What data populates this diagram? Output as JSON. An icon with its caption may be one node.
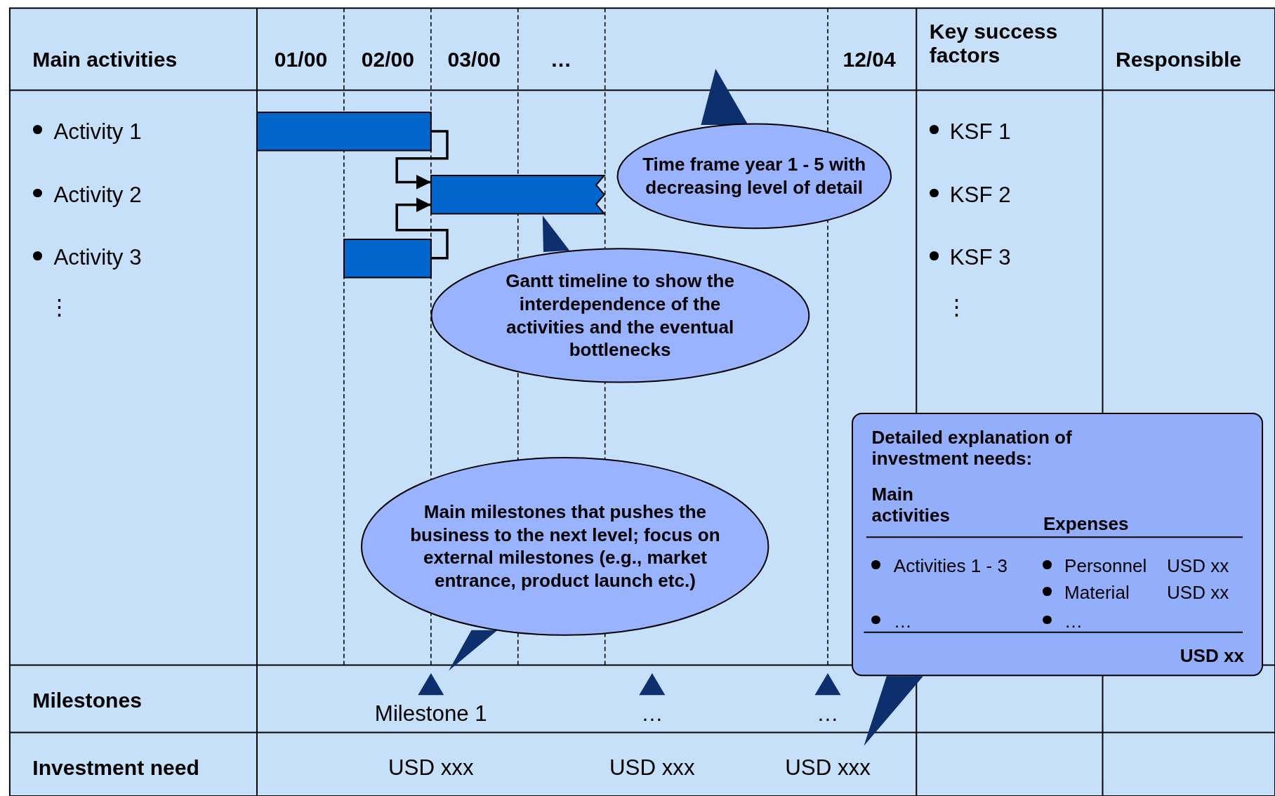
{
  "diagram": {
    "nodes": [
      {
        "text": [],
        "shape": "bar"
      },
      {
        "text": [],
        "shape": "bar"
      },
      {
        "text": [],
        "shape": "bar"
      },
      {
        "text": [
          "Time frame year 1 - 5 with decreasing level of detail"
        ]
      },
      {
        "text": [
          "Gantt timeline to show the interdependence of the activities and the eventual bottlenecks"
        ]
      },
      {
        "text": [
          "Main milestones that pushes the business to the next level; focus on external milestones (e.g., market entrance, product launch etc.)"
        ]
      },
      {
        "text": [
          "Detailed explanation of investment needs:",
          "Main activities",
          "Expenses",
          "Activities 1 - 3",
          "Personnel",
          "USD xx",
          "Material",
          "USD xx",
          "…",
          "…",
          "USD xx"
        ]
      }
    ],
    "edges": [
      {
        "from": 0,
        "to": 1,
        "arrow": "to"
      },
      {
        "from": 2,
        "to": 1,
        "arrow": "to"
      }
    ],
    "labels": [
      "Main activities",
      "01/00",
      "02/00",
      "03/00",
      "…",
      "12/04",
      "Key success factors",
      "Responsible",
      "Activity 1",
      "KSF 1",
      "Activity 2",
      "KSF 2",
      "Activity 3",
      "KSF 3",
      "⋮",
      "⋮",
      "Milestones",
      "Milestone 1",
      "…",
      "…",
      "Investment need",
      "USD xxx",
      "USD xxx",
      "USD xxx"
    ]
  }
}
